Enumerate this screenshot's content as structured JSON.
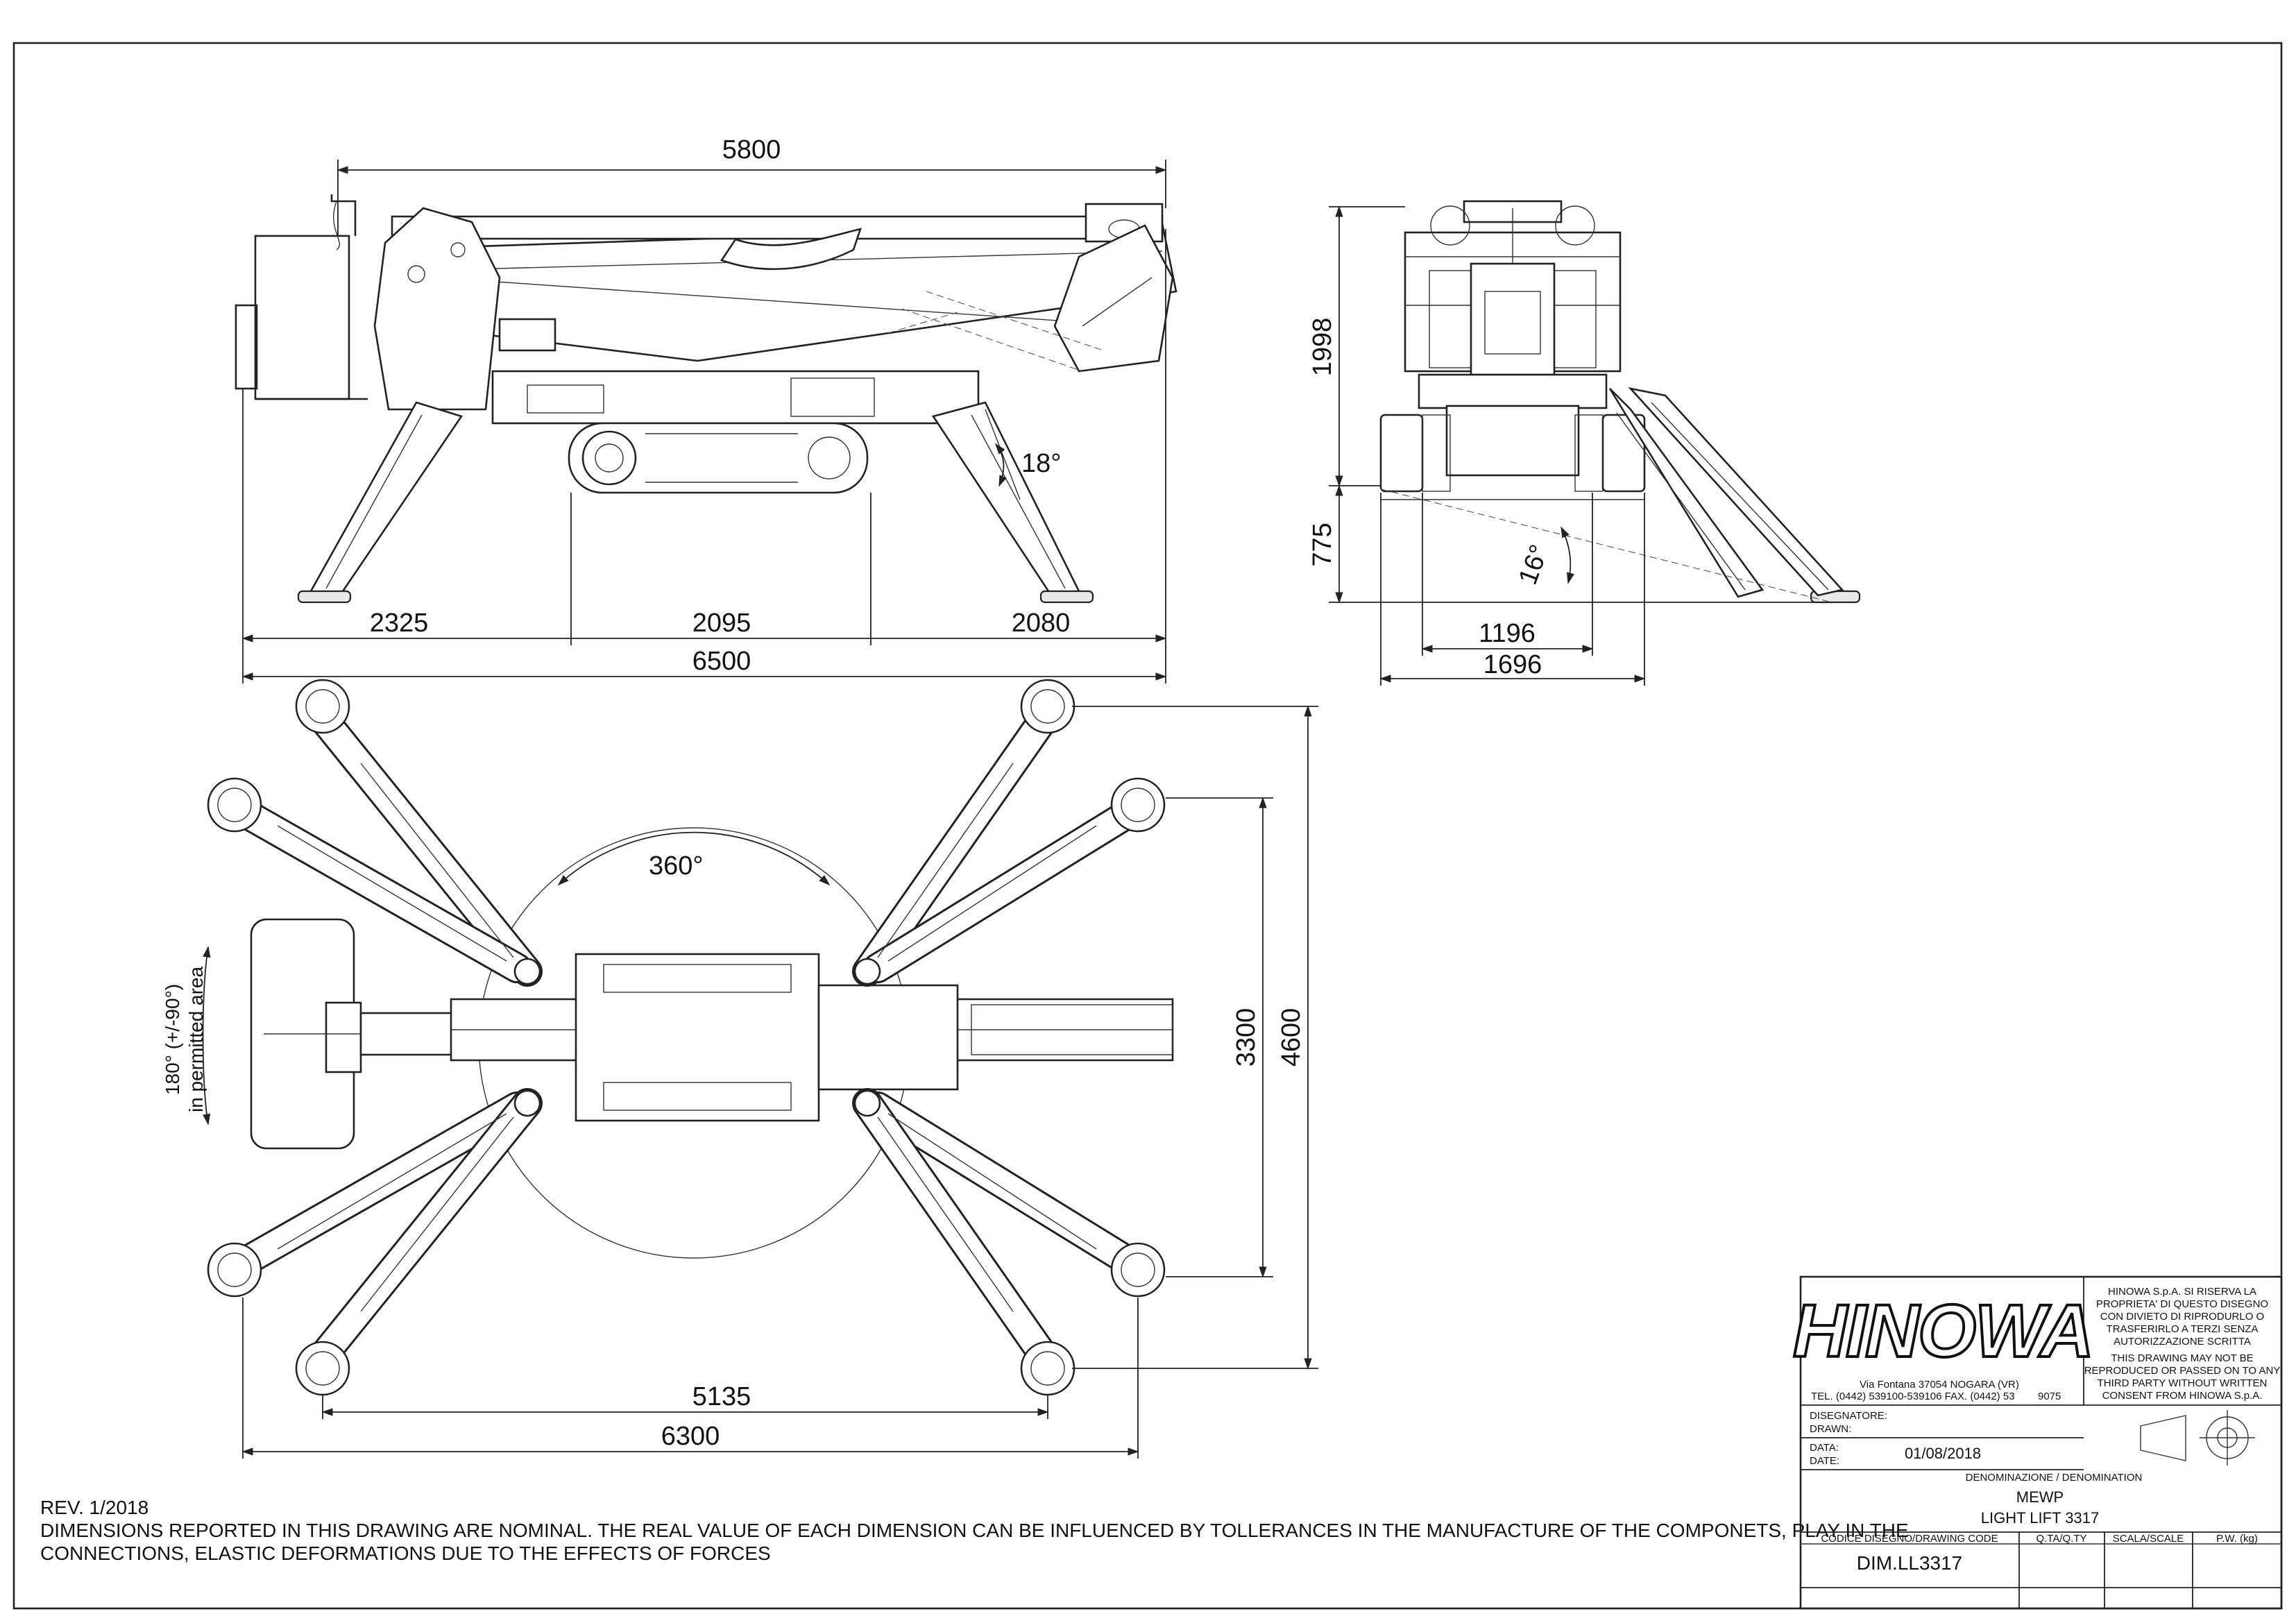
{
  "dimensions": {
    "side_top": "5800",
    "side_bottom_left": "2325",
    "side_bottom_mid": "2095",
    "side_bottom_right": "2080",
    "side_overall": "6500",
    "side_angle": "18°",
    "front_height": "1998",
    "front_lower": "775",
    "front_angle": "16°",
    "front_inner_width": "1196",
    "front_outer_width": "1696",
    "top_rotation": "360°",
    "top_basket_rotation": "180° (+/-90°)",
    "top_basket_note": "in permitted area",
    "top_inner_width": "3300",
    "top_outer_width": "4600",
    "top_inner_length": "5135",
    "top_outer_length": "6300"
  },
  "title_block": {
    "logo": "HINOWA",
    "address_line1": "Via Fontana 37054 NOGARA (VR)",
    "address_line2": "TEL. (0442) 539100-539106 FAX. (0442) 53",
    "address_code": "9075",
    "copyright_it": [
      "HINOWA S.p.A. SI RISERVA LA",
      "PROPRIETA' DI QUESTO DISEGNO",
      "CON DIVIETO DI RIPRODURLO O",
      "TRASFERIRLO A TERZI SENZA",
      "AUTORIZZAZIONE SCRITTA"
    ],
    "copyright_en": [
      "THIS DRAWING MAY NOT BE",
      "REPRODUCED OR PASSED ON TO ANY",
      "THIRD PARTY WITHOUT WRITTEN",
      "CONSENT FROM HINOWA S.p.A."
    ],
    "drawn_label_it": "DISEGNATORE:",
    "drawn_label_en": "DRAWN:",
    "date_label_it": "DATA:",
    "date_label_en": "DATE:",
    "date_value": "01/08/2018",
    "denomination_label": "DENOMINAZIONE / DENOMINATION",
    "denomination_line1": "MEWP",
    "denomination_line2": "LIGHT LIFT 3317",
    "code_label": "CODICE DISEGNO/DRAWING CODE",
    "qty_label": "Q.TA/Q.TY",
    "scale_label": "SCALA/SCALE",
    "weight_label": "P.W. (kg)",
    "drawing_code": "DIM.LL3317"
  },
  "notes": {
    "revision": "REV. 1/2018",
    "disclaimer_line1": "DIMENSIONS REPORTED IN THIS DRAWING ARE NOMINAL. THE REAL VALUE OF EACH DIMENSION CAN BE INFLUENCED BY TOLLERANCES IN THE MANUFACTURE OF THE COMPONETS, PLAY IN THE",
    "disclaimer_line2": "CONNECTIONS, ELASTIC DEFORMATIONS DUE TO THE EFFECTS OF FORCES"
  }
}
